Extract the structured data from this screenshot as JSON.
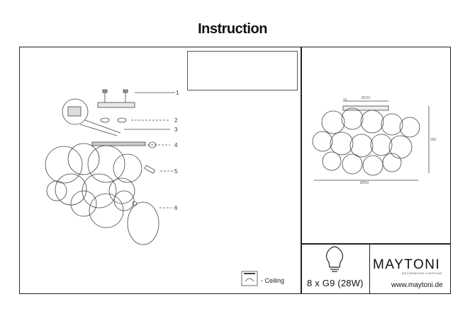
{
  "header": {
    "title": "Instruction"
  },
  "parts": {
    "labels": [
      "1",
      "2",
      "3",
      "4",
      "5",
      "6"
    ]
  },
  "legend": {
    "ceiling_label": "- Ceiling"
  },
  "spec": {
    "bulb": "8 x G9  (28W)"
  },
  "brand": {
    "name": "MAYTONI",
    "tagline": "DECORATIVE LIGHTING",
    "website": "www.maytoni.de"
  },
  "dimensions": {
    "top_width": "Ø120",
    "side_offset": "15",
    "height": "300",
    "diameter": "Ø550"
  },
  "icons": {
    "bulb": "lightbulb-icon",
    "ceiling": "ceiling-mount-icon"
  }
}
